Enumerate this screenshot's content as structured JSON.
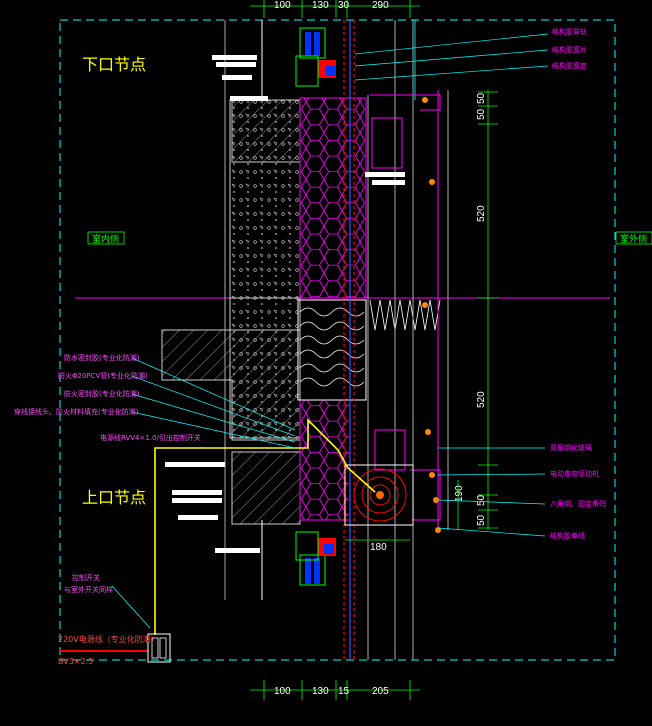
{
  "titles": {
    "lower_node": "下口节点",
    "upper_node": "上口节点"
  },
  "rooms": {
    "indoor": "室内侧",
    "outdoor": "室外侧"
  },
  "dims_top": [
    "100",
    "130",
    "30",
    "290"
  ],
  "dims_bottom": [
    "100",
    "130",
    "15",
    "205"
  ],
  "dims_right": [
    "50",
    "50",
    "520",
    "520",
    "190",
    "50",
    "50"
  ],
  "dim_mid": "180",
  "labels_right_top": [
    "结构胶导轨",
    "结构胶宽片",
    "结构胶宽度"
  ],
  "labels_right_mid": [
    "双层钢化玻璃",
    "电动卷帘驱动机",
    "八角钢、固定角码",
    "结构胶单线"
  ],
  "labels_left": [
    "防水密封胶(专业化防潮)",
    "防火Φ20PCV管(专业化防潮)",
    "防火密封胶(专业化防潮)",
    "穿线接线头、防火材料填充(专业化防潮)"
  ],
  "cable_label": "电源线RVV4×1.0/引出控制开关",
  "switch_label": [
    "控制开关",
    "与室外开关同样"
  ],
  "power_label": [
    "220V电源线（专业化防潮）",
    "BV3×2.5"
  ],
  "colors": {
    "grid": "#00ffff",
    "magenta": "#ff00ff",
    "yellow": "#ffff00",
    "green": "#00ff00",
    "red": "#ff0000",
    "white": "#ffffff",
    "gray": "#aaaaaa"
  }
}
